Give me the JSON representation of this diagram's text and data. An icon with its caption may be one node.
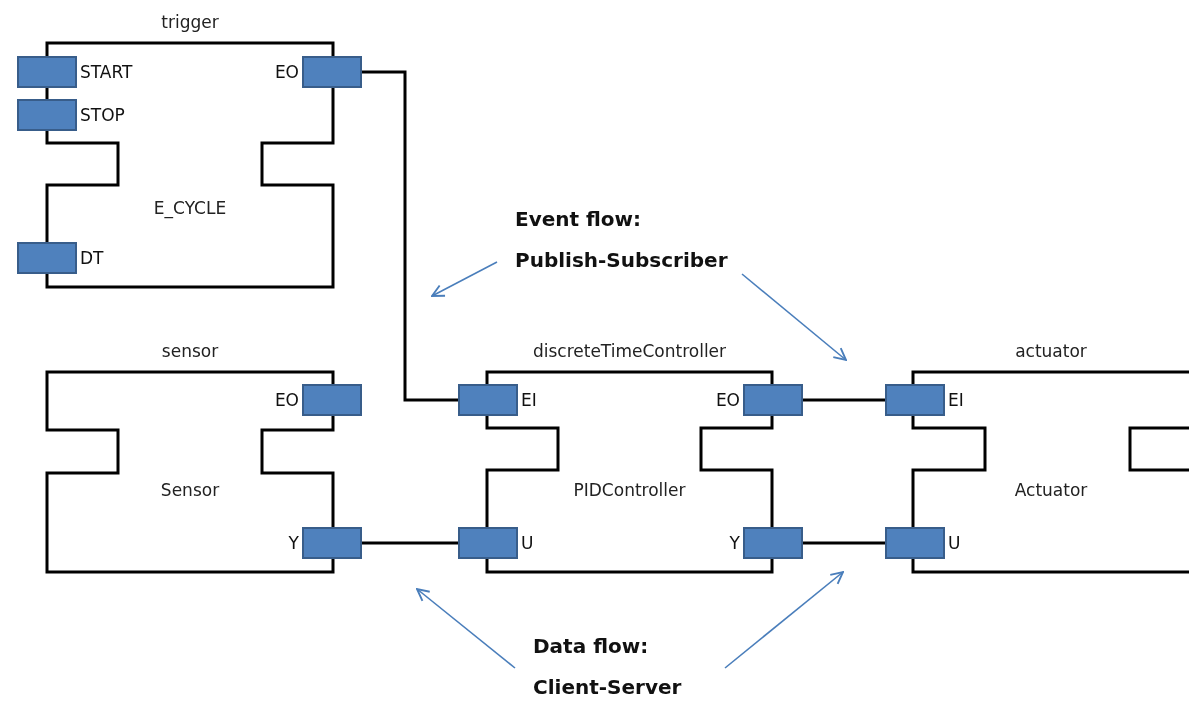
{
  "diagram": {
    "nodes": [
      {
        "text": [
          "trigger",
          "E_CYCLE"
        ]
      },
      {
        "text": [],
        "shape": "box",
        "beside": [
          "START"
        ]
      },
      {
        "text": [],
        "shape": "box",
        "beside": [
          "STOP"
        ]
      },
      {
        "text": [],
        "shape": "box",
        "beside": [
          "DT"
        ]
      },
      {
        "text": [],
        "shape": "box",
        "beside": [
          "EO"
        ]
      },
      {
        "text": [
          "Event flow: Publish-Subscriber"
        ]
      },
      {
        "text": [
          "sensor",
          "Sensor"
        ]
      },
      {
        "text": [],
        "shape": "box",
        "beside": [
          "EO"
        ]
      },
      {
        "text": [],
        "shape": "box",
        "beside": [
          "Y"
        ]
      },
      {
        "text": [
          "discreteTimeController",
          "PIDController"
        ]
      },
      {
        "text": [],
        "shape": "box",
        "beside": [
          "EI"
        ]
      },
      {
        "text": [],
        "shape": "box",
        "beside": [
          "U"
        ]
      },
      {
        "text": [],
        "shape": "box",
        "beside": [
          "EO"
        ]
      },
      {
        "text": [],
        "shape": "box",
        "beside": [
          "Y"
        ]
      },
      {
        "text": [
          "actuator",
          "Actuator"
        ]
      },
      {
        "text": [],
        "shape": "box",
        "beside": [
          "EI"
        ]
      },
      {
        "text": [],
        "shape": "box",
        "beside": [
          "U"
        ]
      },
      {
        "text": [
          "Data flow: Client-Server"
        ]
      }
    ],
    "edges": [
      {
        "from": 4,
        "to": 10,
        "arrow": "none"
      },
      {
        "from": 12,
        "to": 15,
        "arrow": "none"
      },
      {
        "from": 8,
        "to": 11,
        "arrow": "none"
      },
      {
        "from": 13,
        "to": 16,
        "arrow": "none"
      },
      {
        "from": 5,
        "to": null,
        "arrow": "to",
        "color": "#4a7ebb"
      },
      {
        "from": 5,
        "to": null,
        "arrow": "to",
        "color": "#4a7ebb"
      },
      {
        "from": 17,
        "to": null,
        "arrow": "to",
        "color": "#4a7ebb"
      },
      {
        "from": 17,
        "to": null,
        "arrow": "to",
        "color": "#4a7ebb"
      }
    ]
  }
}
